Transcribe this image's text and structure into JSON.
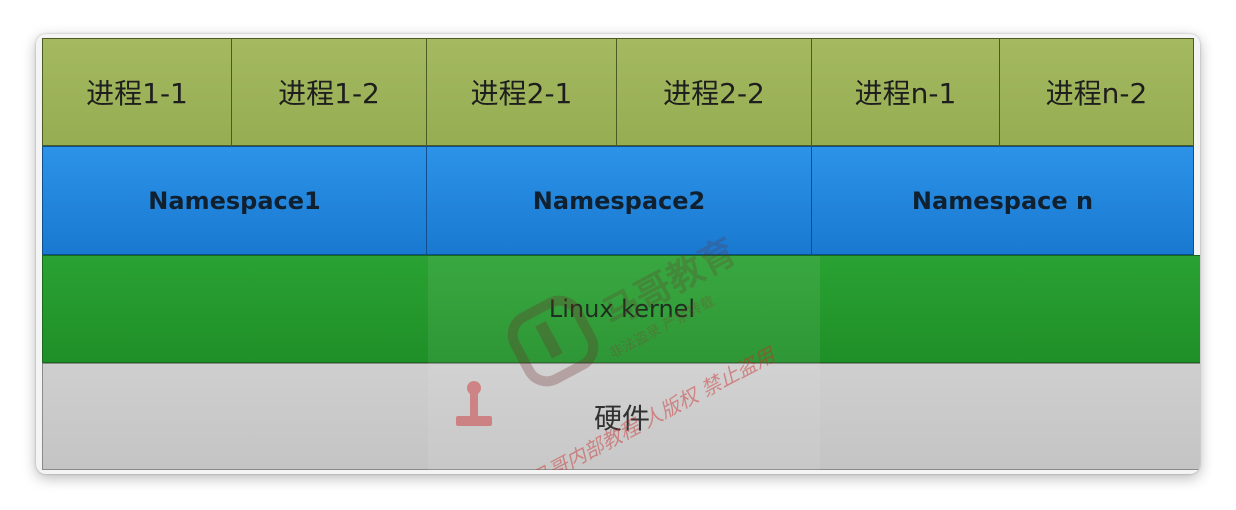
{
  "processes": [
    {
      "label": "进程1-1"
    },
    {
      "label": "进程1-2"
    },
    {
      "label": "进程2-1"
    },
    {
      "label": "进程2-2"
    },
    {
      "label": "进程n-1"
    },
    {
      "label": "进程n-2"
    }
  ],
  "namespaces": [
    {
      "label": "Namespace1"
    },
    {
      "label": "Namespace2"
    },
    {
      "label": "Namespace n"
    }
  ],
  "kernel": {
    "label": "Linux kernel"
  },
  "hardware": {
    "label": "硬件"
  },
  "watermark": {
    "brand": "马哥教育",
    "line2": "非法盗录 严禁转载",
    "line3": "马哥内部教程 人版权 禁止盗用",
    "color": "#cc2a2a"
  },
  "colors": {
    "process": "#9fb45a",
    "namespace": "#2389dc",
    "kernel": "#24992d",
    "hardware": "#c9c9c9"
  }
}
